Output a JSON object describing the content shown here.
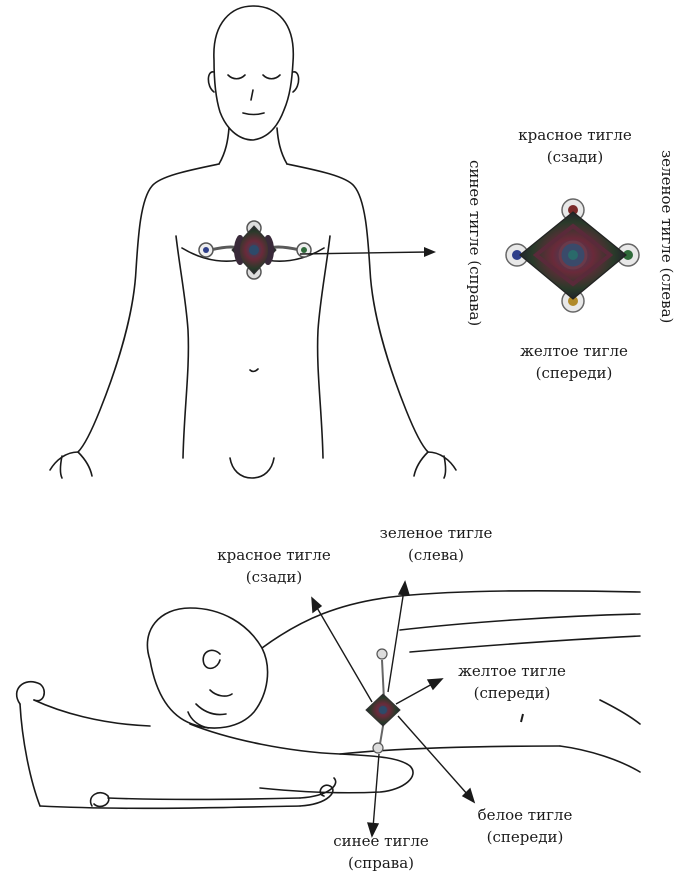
{
  "standing_figure": {
    "red_label": {
      "line1": "красное тигле",
      "line2": "(сзади)"
    },
    "blue_label": "синее тигле (справа)",
    "green_label": "зеленое тигле (слева)",
    "yellow_label": {
      "line1": "желтое тигле",
      "line2": "(спереди)"
    }
  },
  "lying_figure": {
    "red_label": {
      "line1": "красное тигле",
      "line2": "(сзади)"
    },
    "green_label": {
      "line1": "зеленое тигле",
      "line2": "(слева)"
    },
    "yellow_label": {
      "line1": "желтое тигле",
      "line2": "(спереди)"
    },
    "white_label": {
      "line1": "белое тигле",
      "line2": "(спереди)"
    },
    "blue_label": {
      "line1": "синее тигле",
      "line2": "(справа)"
    }
  },
  "colors": {
    "line": "#1a1a1a",
    "tigle_center": "#3a3550",
    "tigle_red": "#7a2a2a",
    "tigle_blue": "#2f3f8a",
    "tigle_green": "#2f6a3a",
    "tigle_yellow": "#b08a2a",
    "tigle_white": "#cfcfcf"
  }
}
